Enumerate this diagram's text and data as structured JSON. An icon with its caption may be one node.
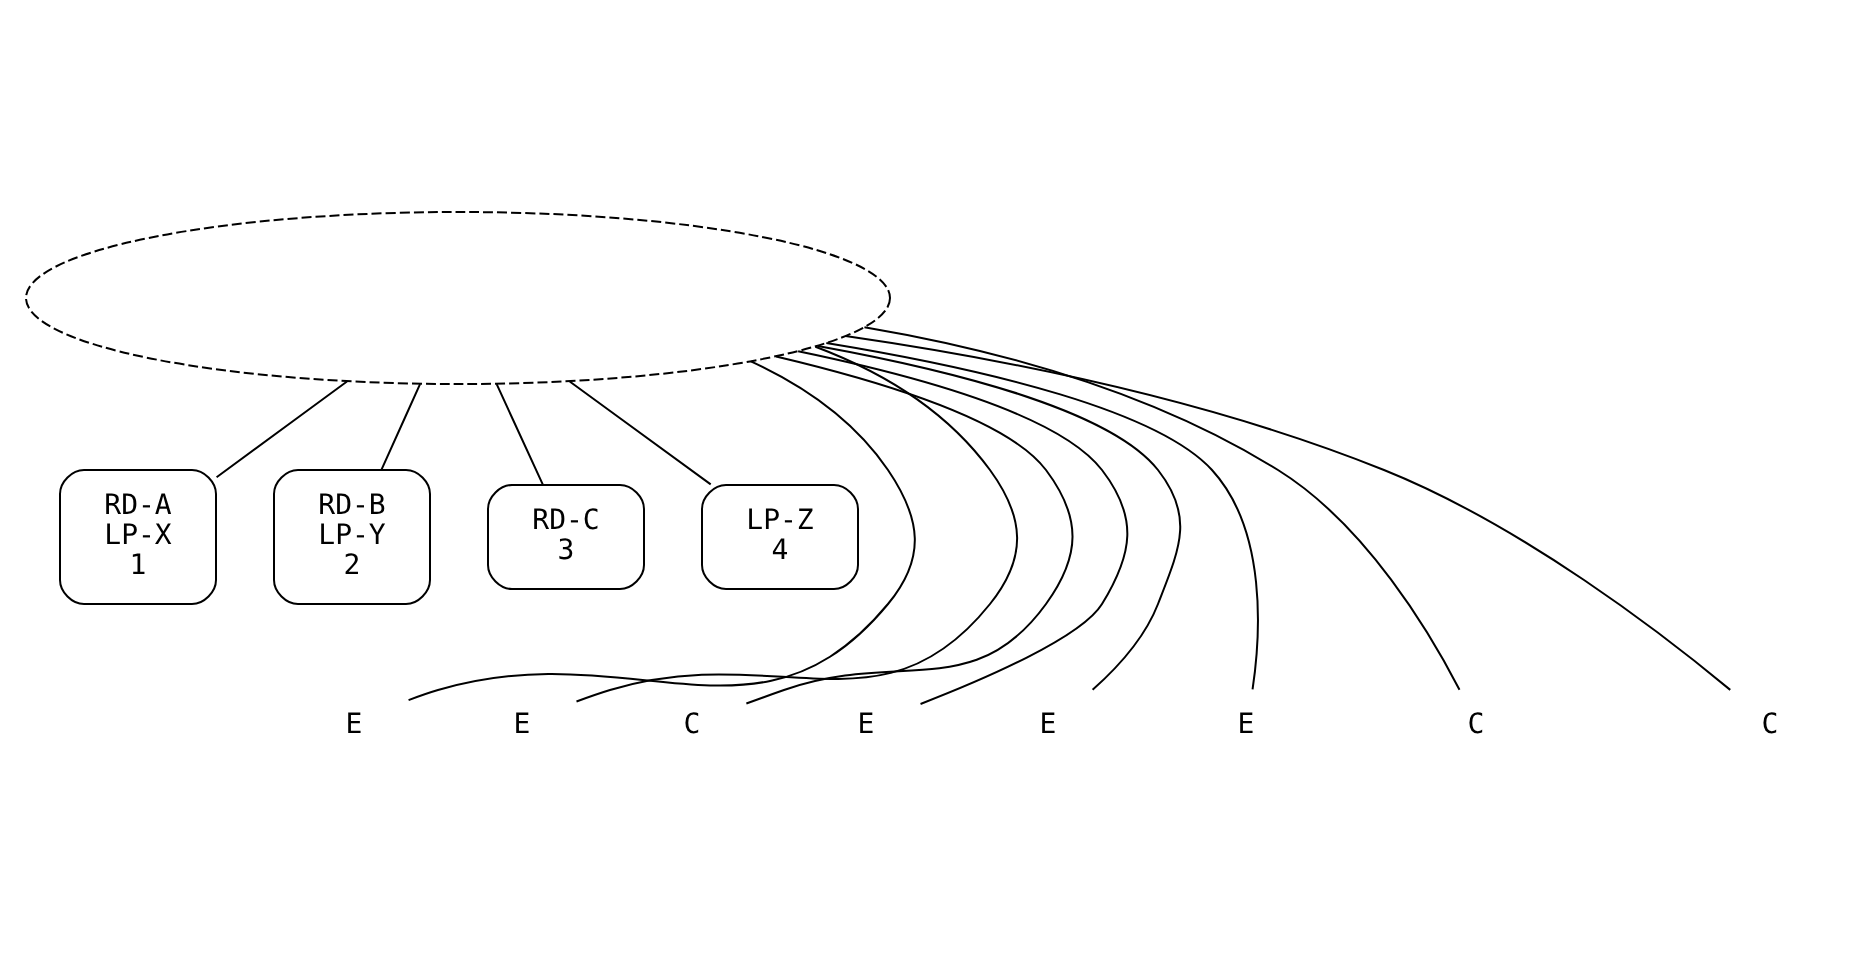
{
  "diagram": {
    "nodes": [
      {
        "text": [],
        "shape": "cloud"
      },
      {
        "text": [
          "RD-A",
          "LP-X",
          "1"
        ]
      },
      {
        "text": [
          "RD-B",
          "LP-Y",
          "2"
        ]
      },
      {
        "text": [
          "RD-C",
          "3"
        ]
      },
      {
        "text": [
          "LP-Z",
          "4"
        ]
      },
      {
        "text": [
          "E"
        ]
      },
      {
        "text": [
          "E"
        ]
      },
      {
        "text": [
          "C"
        ]
      },
      {
        "text": [
          "E"
        ]
      },
      {
        "text": [
          "E"
        ]
      },
      {
        "text": [
          "E"
        ]
      },
      {
        "text": [
          "C"
        ]
      },
      {
        "text": [
          "C"
        ]
      }
    ],
    "edges": [
      {
        "from": 0,
        "to": 1,
        "arrow": "none"
      },
      {
        "from": 0,
        "to": 5,
        "arrow": "none"
      },
      {
        "from": 0,
        "to": 6,
        "arrow": "none"
      },
      {
        "from": 0,
        "to": 7,
        "arrow": "none"
      },
      {
        "from": 0,
        "to": 2,
        "arrow": "none"
      },
      {
        "from": 0,
        "to": 3,
        "arrow": "none"
      },
      {
        "from": 0,
        "to": 8,
        "arrow": "none"
      },
      {
        "from": 0,
        "to": 9,
        "arrow": "none"
      },
      {
        "from": 0,
        "to": 10,
        "arrow": "none"
      },
      {
        "from": 0,
        "to": 4,
        "arrow": "none"
      },
      {
        "from": 0,
        "to": 11,
        "arrow": "none"
      },
      {
        "from": 0,
        "to": 12,
        "arrow": "none"
      }
    ]
  }
}
